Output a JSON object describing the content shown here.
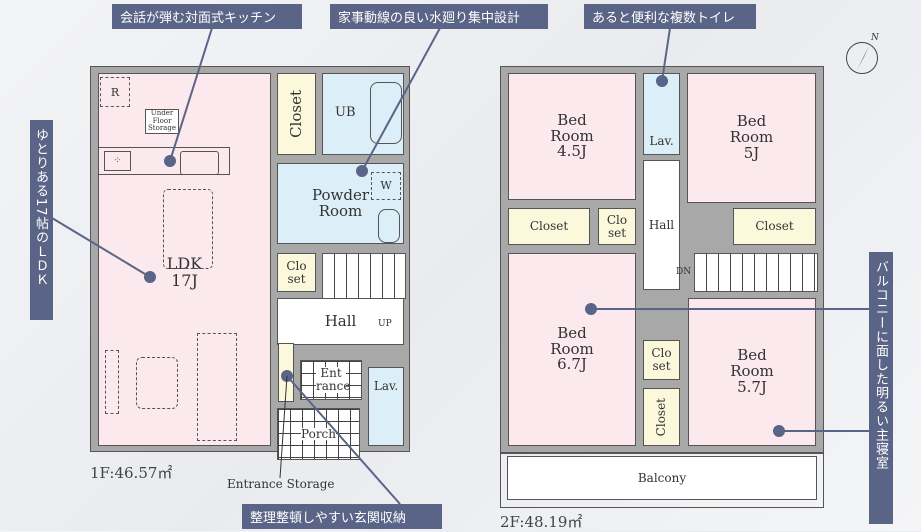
{
  "callouts": {
    "kitchen": "会話が弾む対面式キッチン",
    "water": "家事動線の良い水廻り集中設計",
    "toilets": "あると便利な複数トイレ",
    "ldk": "ゆとりある17帖のＬＤＫ",
    "master_bedroom": "バルコニーに面した明るい主寝室",
    "entrance_storage": "整理整頓しやすい玄関収納"
  },
  "compass": {
    "north": "N"
  },
  "floor1": {
    "area": "1F:46.57㎡",
    "fridge": "R",
    "under_floor": "Under Floor Storage",
    "closet": "Closet",
    "ub": "UB",
    "powder_room": "Powder Room",
    "washer": "W",
    "clo_set": "Clo set",
    "ldk": "LDK",
    "ldk_size": "17J",
    "hall": "Hall",
    "up": "UP",
    "entrance": "Ent rance",
    "lav": "Lav.",
    "porch": "Porch",
    "entrance_storage": "Entrance Storage"
  },
  "floor2": {
    "area": "2F:48.19㎡",
    "bed1": "Bed Room",
    "bed1_size": "4.5J",
    "lav": "Lav.",
    "bed2": "Bed Room",
    "bed2_size": "5J",
    "closet_left": "Closet",
    "clo_set_top": "Clo set",
    "hall": "Hall",
    "closet_right": "Closet",
    "dn": "DN",
    "bed3": "Bed Room",
    "bed3_size": "6.7J",
    "clo_set_mid": "Clo set",
    "closet_vertical": "Closet",
    "bed4": "Bed Room",
    "bed4_size": "5.7J",
    "balcony": "Balcony"
  },
  "colors": {
    "callout_bg": "#5a6486",
    "room_pink": "#fbe9ee",
    "room_blue": "#dceef8",
    "closet_yellow": "#fbf8dc",
    "wall": "#a8a8a8"
  }
}
